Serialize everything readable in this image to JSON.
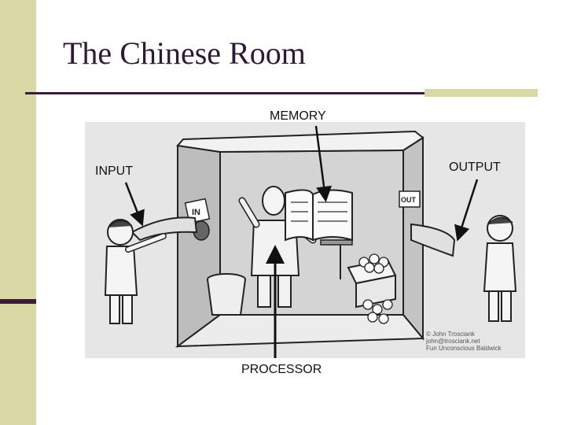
{
  "slide": {
    "title": "The Chinese Room"
  },
  "diagram": {
    "labels": {
      "memory": "MEMORY",
      "input": "INPUT",
      "output": "OUTPUT",
      "processor": "PROCESSOR"
    },
    "door_signs": {
      "in": "IN",
      "out": "OUT"
    },
    "credit": {
      "name": "© John Trosciank",
      "email": "john@trosciank.net",
      "line": "Fun Unconscious Baldwick"
    }
  },
  "colors": {
    "title": "#2f1a35",
    "accent_dark": "#3d1a40",
    "accent_light": "#d9d9a6"
  }
}
